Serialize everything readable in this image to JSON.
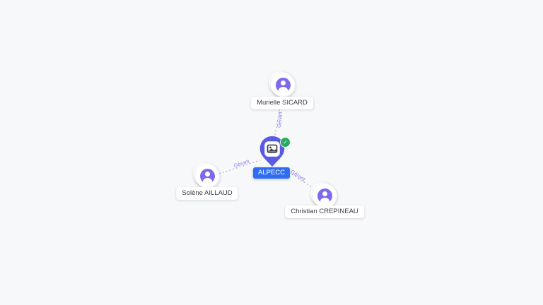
{
  "graph": {
    "company": {
      "name": "ALPECC",
      "verified": true,
      "chip_color": "#2e6cf0",
      "pin_color": "#5a5be4",
      "badge_color": "#21ad5d",
      "check_glyph": "✓"
    },
    "people": [
      {
        "name": "Murielle SICARD"
      },
      {
        "name": "Solène AILLAUD"
      },
      {
        "name": "Christian CREPINEAU"
      }
    ],
    "edges": [
      {
        "label": "Gérant",
        "from": "Murielle SICARD",
        "to": "ALPECC"
      },
      {
        "label": "Gérant",
        "from": "Solène AILLAUD",
        "to": "ALPECC"
      },
      {
        "label": "Gérant",
        "from": "Christian CREPINEAU",
        "to": "ALPECC"
      }
    ],
    "colors": {
      "background": "#f7f8fa",
      "avatar": "#7d68ee",
      "edge": "#a9a4dd",
      "edge_label": "#8b7fe0",
      "name_text": "#3c3c46"
    }
  }
}
